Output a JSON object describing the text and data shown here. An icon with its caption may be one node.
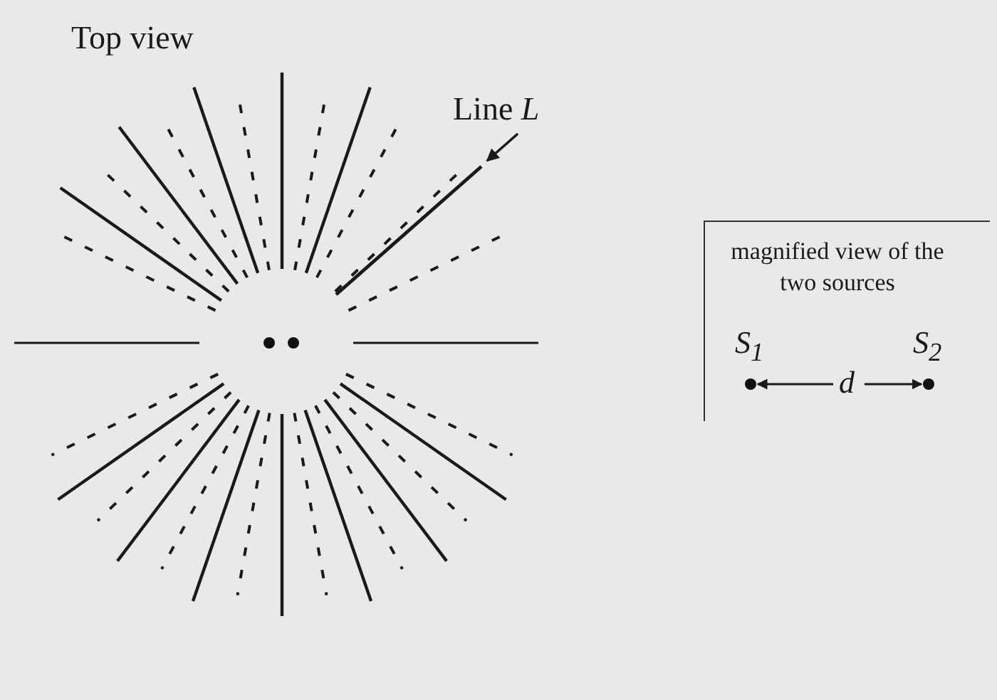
{
  "diagram": {
    "title": "Top view",
    "nodes": [
      {
        "text": [
          "Line *L*"
        ]
      },
      {
        "text": [],
        "shape": "line"
      },
      {
        "text": [
          "magnified view of the two sources"
        ]
      }
    ],
    "edges": [
      {
        "from": 0,
        "to": 1,
        "arrow": "to"
      }
    ],
    "labels": [
      "S$_{1}$",
      "d",
      "S$_{2}$"
    ]
  }
}
